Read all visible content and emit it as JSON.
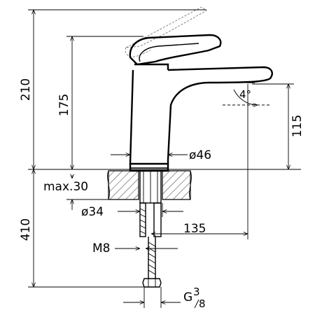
{
  "dimensions": {
    "total_height": "210",
    "spout_height": "175",
    "outlet_height": "115",
    "body_diameter": "ø46",
    "max_deck_thickness": "max.30",
    "hole_diameter": "ø34",
    "projection": "135",
    "rod_thread": "M8",
    "hose_length": "410",
    "connection_prefix": "G",
    "connection_num": "3",
    "connection_den": "8",
    "lever_angle": "4°"
  }
}
